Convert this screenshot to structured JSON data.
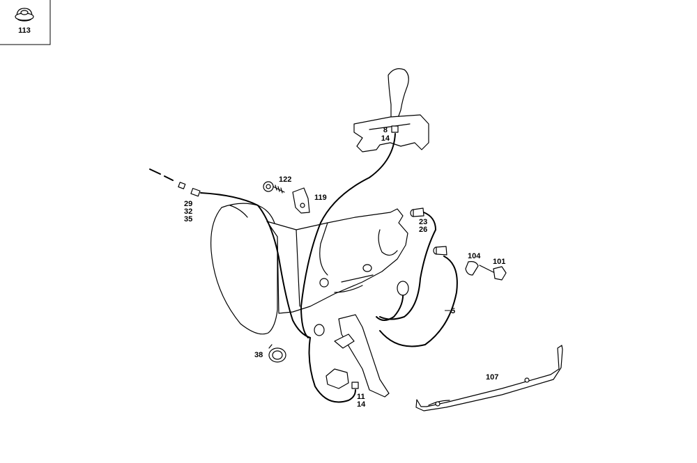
{
  "inset": {
    "part_number": "113"
  },
  "labels": {
    "l8": "8",
    "l14a": "14",
    "l122": "122",
    "l119": "119",
    "l29": "29",
    "l32": "32",
    "l35": "35",
    "l23": "23",
    "l26": "26",
    "l104": "104",
    "l101": "101",
    "l5": "5",
    "l38": "38",
    "l107": "107",
    "l11": "11",
    "l14b": "14"
  }
}
